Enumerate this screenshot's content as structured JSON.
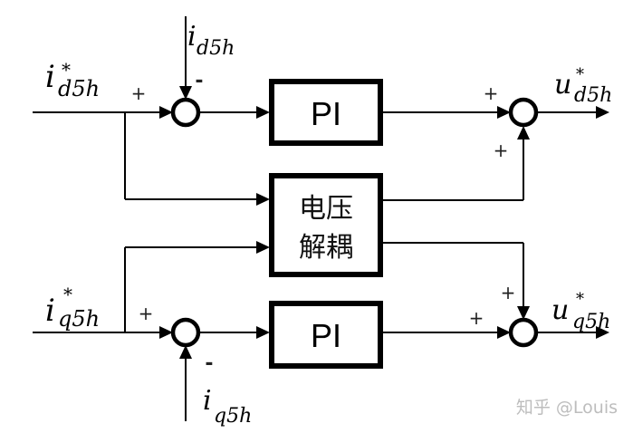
{
  "diagram": {
    "type": "control-block-diagram",
    "blocks": {
      "pi_top": "PI",
      "pi_bottom": "PI",
      "decoupling_line1": "电压",
      "decoupling_line2": "解耦"
    },
    "signals": {
      "id_ref": {
        "base": "i",
        "sub": "d5h",
        "sup": "*"
      },
      "id_fb": {
        "base": "i",
        "sub": "d5h"
      },
      "iq_ref": {
        "base": "i",
        "sub": "q5h",
        "sup": "*"
      },
      "iq_fb": {
        "base": "i",
        "sub": "q5h"
      },
      "ud_out": {
        "base": "u",
        "sub": "d5h",
        "sup": "*"
      },
      "uq_out": {
        "base": "u",
        "sub": "q5h",
        "sup": "*"
      }
    },
    "signs": {
      "sum_d_left_ref": "+",
      "sum_d_left_fb": "-",
      "sum_d_right_pi": "+",
      "sum_d_right_dec": "+",
      "sum_q_left_ref": "+",
      "sum_q_left_fb": "-",
      "sum_q_right_pi": "+",
      "sum_q_right_dec": "+"
    },
    "watermark": "知乎 @Louis"
  }
}
